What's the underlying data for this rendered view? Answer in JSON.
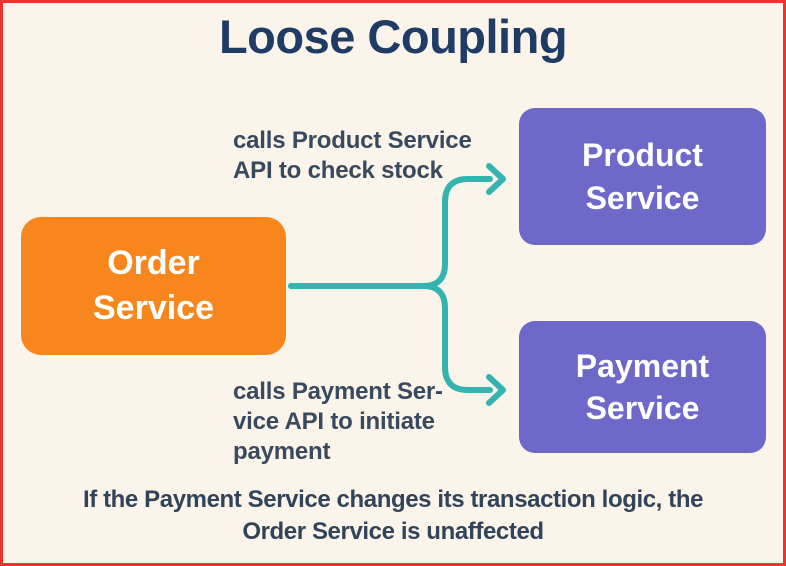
{
  "title": "Loose Coupling",
  "nodes": {
    "order": {
      "line1": "Order",
      "line2": "Service"
    },
    "product": {
      "line1": "Product",
      "line2": "Service"
    },
    "payment": {
      "line1": "Payment",
      "line2": "Service"
    }
  },
  "annotations": {
    "product_call": {
      "line1": "calls Product Service",
      "line2": "API to check stock"
    },
    "payment_call": {
      "line1": "calls Payment Ser-",
      "line2": "vice API to initiate",
      "line3": "payment"
    }
  },
  "caption": {
    "line1": "If the Payment Service changes its transaction logic, the",
    "line2": "Order Service is unaffected"
  },
  "colors": {
    "background": "#FAF4EB",
    "border": "#E8362E",
    "title_text": "#1E3C64",
    "annotation_text": "#394A5E",
    "caption_text": "#32445A",
    "order_box": "#F7871D",
    "service_box": "#6E68C8",
    "box_text": "#FFFFFF",
    "arrow": "#34B4B1"
  }
}
